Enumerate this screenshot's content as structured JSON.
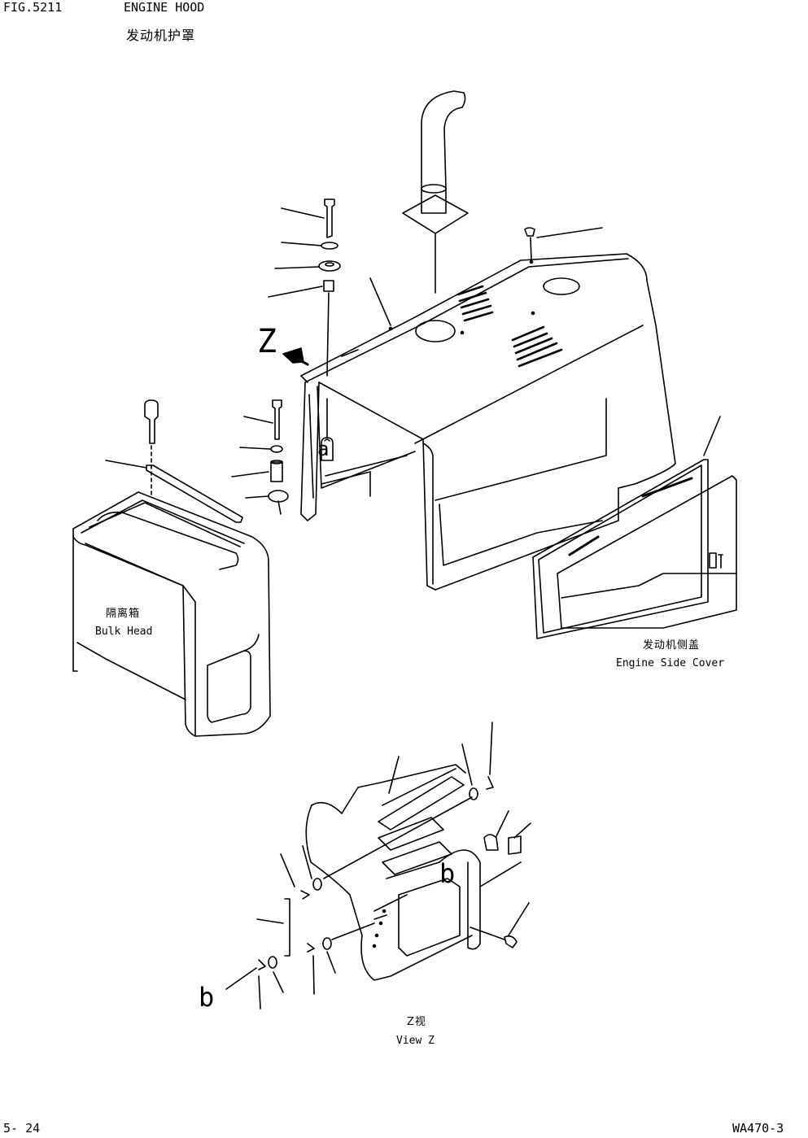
{
  "header": {
    "fig_number": "FIG.5211",
    "title_en": "ENGINE HOOD",
    "title_zh": "发动机护罩"
  },
  "labels": {
    "bulkhead_zh": "隔离箱",
    "bulkhead_en": "Bulk Head",
    "side_cover_zh": "发动机侧盖",
    "side_cover_en": "Engine Side Cover",
    "view_z_zh": "Z视",
    "view_z_en": "View Z",
    "view_marker": "Z",
    "callout_b": "b",
    "callout_a": "a"
  },
  "footer": {
    "page_number": "5- 24",
    "model": "WA470-3"
  }
}
